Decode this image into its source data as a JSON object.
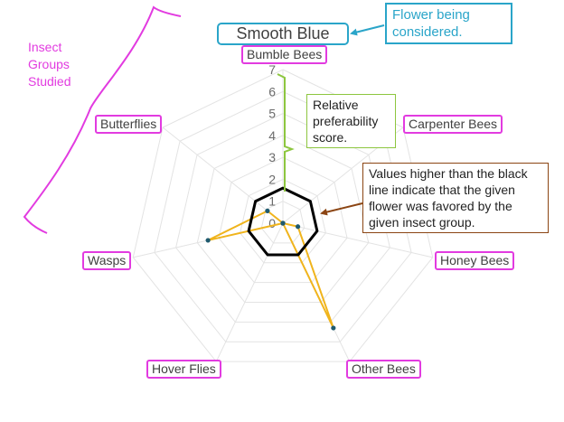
{
  "chart_data": {
    "type": "radar",
    "title": "Smooth Blue Aster",
    "categories": [
      "Bumble Bees",
      "Carpenter Bees",
      "Honey Bees",
      "Other Bees",
      "Hover Flies",
      "Wasps",
      "Butterflies"
    ],
    "radial_ticks": [
      "0",
      "1",
      "2",
      "3",
      "4",
      "5",
      "6",
      "7"
    ],
    "rmax": 7,
    "grid": true,
    "series": [
      {
        "values": [
          0,
          0,
          0.7,
          5.3,
          0,
          3.5,
          0.9
        ],
        "color": "#f0b41c"
      },
      {
        "values": [
          1.6,
          1.6,
          1.6,
          1.6,
          1.6,
          1.6,
          1.6
        ],
        "color": "#000000"
      }
    ]
  },
  "annotations": {
    "title_note": "Flower being considered.",
    "axis_note": "Relative preferability score.",
    "baseline_note": "Values higher than the black line indicate that the given flower was favored by the given insect group.",
    "groups_note": "Insect Groups Studied"
  },
  "colors": {
    "label_border": "#e23be0",
    "title_border": "#2aa5c9",
    "axis_note_border": "#8dc63f",
    "baseline_note_border": "#8b4513"
  }
}
